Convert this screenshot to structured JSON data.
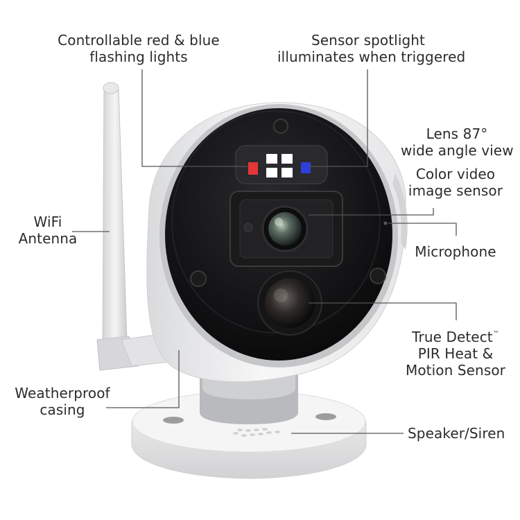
{
  "callouts": {
    "flashing_lights": [
      "Controllable red & blue",
      "flashing lights"
    ],
    "spotlight": [
      "Sensor spotlight",
      "illuminates when triggered"
    ],
    "lens": [
      "Lens 87°",
      "wide angle view"
    ],
    "image_sensor": [
      "Color video",
      "image sensor"
    ],
    "wifi": [
      "WiFi",
      "Antenna"
    ],
    "microphone": "Microphone",
    "pir": {
      "line1": "True Detect",
      "trademark": "™",
      "line2": "PIR Heat &",
      "line3": "Motion Sensor"
    },
    "casing": [
      "Weatherproof",
      "casing"
    ],
    "speaker": "Speaker/Siren"
  },
  "colors": {
    "label_text": "#2b2b2b",
    "leader_line": "#555555",
    "red_light": "#e53636",
    "blue_light": "#2f3fd8",
    "camera_body": "#f2f2f2",
    "camera_face": "#0f0f10"
  }
}
